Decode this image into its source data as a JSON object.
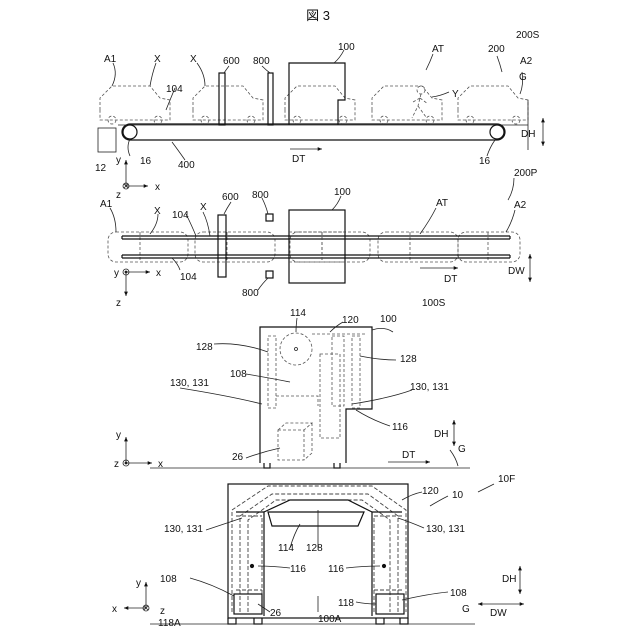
{
  "figure": {
    "title": "図 3"
  },
  "labels": {
    "l200S": "200S",
    "lA1a": "A1",
    "lXa": "X",
    "lXb": "X",
    "l600a": "600",
    "l800a": "800",
    "l100a": "100",
    "lATa": "AT",
    "l200": "200",
    "lA2a": "A2",
    "lGa": "G",
    "lY": "Y",
    "l104a": "104",
    "lDHa": "DH",
    "l12": "12",
    "l16a": "16",
    "l400": "400",
    "lDTa": "DT",
    "l16b": "16",
    "ly1": "y",
    "lx1": "x",
    "lz1": "z",
    "l200P": "200P",
    "lA1b": "A1",
    "lXc": "X",
    "l104b": "104",
    "lXd": "X",
    "l600b": "600",
    "l800b": "800",
    "l100b": "100",
    "lATb": "AT",
    "lA2b": "A2",
    "l104c": "104",
    "lDTb": "DT",
    "lDW1": "DW",
    "l800c": "800",
    "ly2": "y",
    "lx2": "x",
    "lz2": "z",
    "l100S": "100S",
    "l114a": "114",
    "l120a": "120",
    "l100c": "100",
    "l128a": "128",
    "l128b": "128",
    "l108a": "108",
    "l130a": "130, 131",
    "l130b": "130, 131",
    "l116a": "116",
    "lDHb": "DH",
    "ly3": "y",
    "lz3": "z",
    "lx3": "x",
    "l26a": "26",
    "lDTc": "DT",
    "lGb": "G",
    "l10F": "10F",
    "l120b": "120",
    "l10": "10",
    "l130c": "130, 131",
    "l130d": "130, 131",
    "l114b": "114",
    "l128c": "128",
    "l116b": "116",
    "l116c": "116",
    "l108b": "108",
    "l108c": "108",
    "lDHc": "DH",
    "ly4": "y",
    "lx4": "x",
    "lz4": "z",
    "l26b": "26",
    "l100A": "100A",
    "l118a": "118",
    "l118A": "118A",
    "lGc": "G",
    "lDW2": "DW"
  }
}
